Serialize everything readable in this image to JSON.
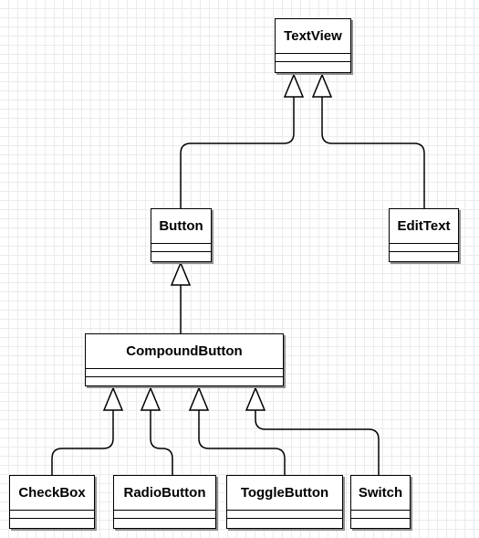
{
  "classes": {
    "textview": "TextView",
    "button": "Button",
    "edittext": "EditText",
    "compoundbutton": "CompoundButton",
    "checkbox": "CheckBox",
    "radiobutton": "RadioButton",
    "togglebutton": "ToggleButton",
    "switch": "Switch"
  },
  "relations": [
    {
      "from": "button",
      "to": "textview",
      "type": "generalization"
    },
    {
      "from": "edittext",
      "to": "textview",
      "type": "generalization"
    },
    {
      "from": "compoundbutton",
      "to": "button",
      "type": "generalization"
    },
    {
      "from": "checkbox",
      "to": "compoundbutton",
      "type": "generalization"
    },
    {
      "from": "radiobutton",
      "to": "compoundbutton",
      "type": "generalization"
    },
    {
      "from": "togglebutton",
      "to": "compoundbutton",
      "type": "generalization"
    },
    {
      "from": "switch",
      "to": "compoundbutton",
      "type": "generalization"
    }
  ]
}
